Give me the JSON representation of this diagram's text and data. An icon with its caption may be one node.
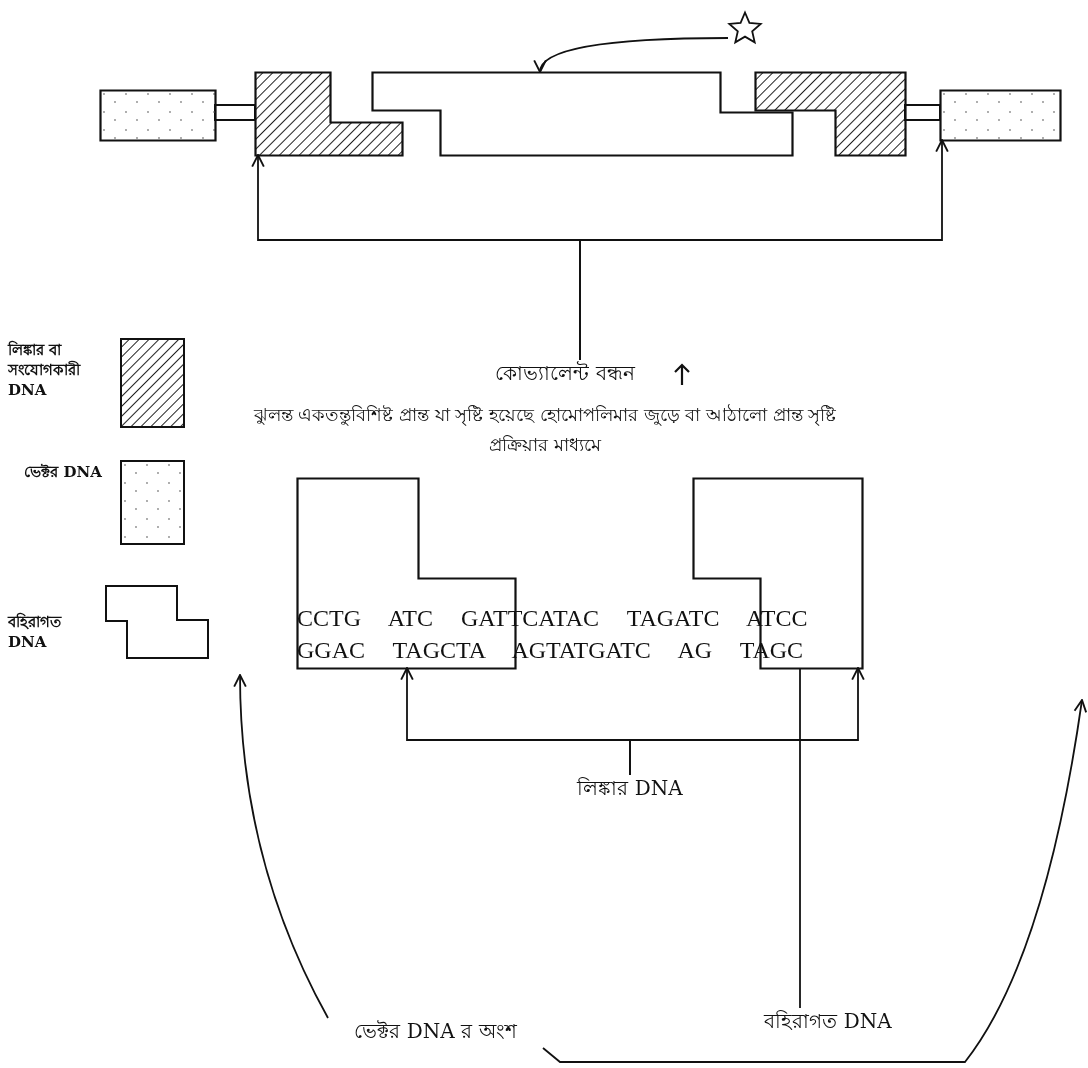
{
  "diagram": {
    "nodes": [
      {
        "text": [],
        "shape": "box"
      },
      {
        "text": [],
        "shape": "box"
      },
      {
        "text": [],
        "shape": "box"
      },
      {
        "text": [],
        "shape": "box"
      },
      {
        "text": [],
        "shape": "box"
      },
      {
        "text": [],
        "shape": "star"
      },
      {
        "text": [
          "কোভ্যালেন্ট বন্ধন"
        ]
      },
      {
        "text": [],
        "shape": "box"
      },
      {
        "text": [],
        "shape": "box"
      },
      {
        "text": [
          "লিঙ্কার DNA"
        ]
      },
      {
        "text": [
          "ভেক্টর DNA র অংশ"
        ]
      },
      {
        "text": [
          "বহিরাগত DNA"
        ]
      }
    ],
    "edges": [
      {
        "from": 5,
        "to": 2,
        "arrow": "to"
      },
      {
        "from": 6,
        "to": 1,
        "arrow": "to"
      },
      {
        "from": 6,
        "to": 4,
        "arrow": "to"
      },
      {
        "from": 9,
        "to": 7,
        "arrow": "to"
      },
      {
        "from": 9,
        "to": 8,
        "arrow": "to"
      },
      {
        "from": 10,
        "to": null,
        "arrow": "to"
      },
      {
        "from": 11,
        "to": 8,
        "arrow": "none"
      },
      {
        "from": 10,
        "to": null,
        "arrow": "to"
      }
    ],
    "labels": [
      "ঝুলন্ত একতন্তুবিশিষ্ট প্রান্ত যা সৃষ্টি হয়েছে হোমোপলিমার জুড়ে বা আঠালো প্রান্ত সৃষ্টি প্রক্রিয়ার মাধ্যমে",
      "CCTG ATC GATTCATAC TAGATC ATCC",
      "GGAC TAGCTA AGTATGATC AG TAGC"
    ],
    "legend": [
      {
        "text": "লিঙ্কার বা সংযোগকারী DNA"
      },
      {
        "text": "ভেক্টর DNA"
      },
      {
        "text": "বহিরাগত DNA"
      }
    ]
  }
}
